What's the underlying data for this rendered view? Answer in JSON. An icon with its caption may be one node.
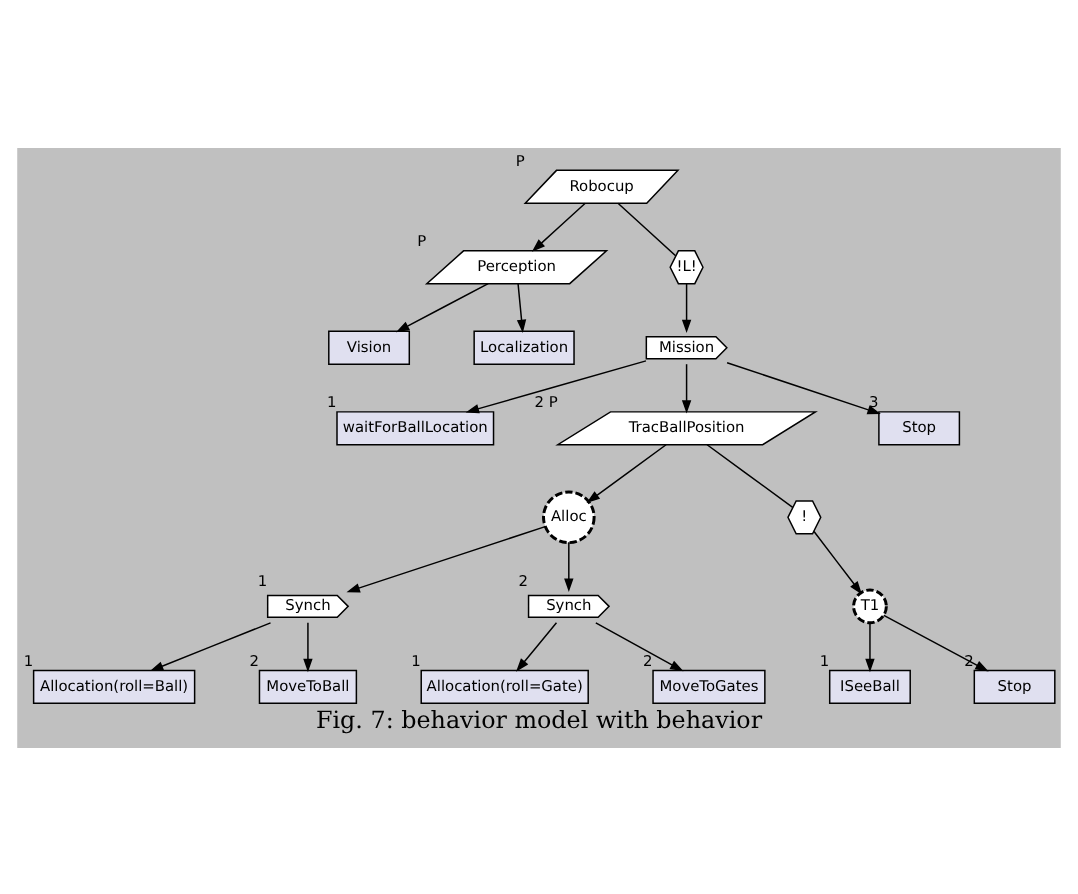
{
  "diagram": {
    "caption": "Fig. 7: behavior model with behavior",
    "nodes": [
      {
        "text": [
          "Robocup"
        ],
        "beside": [
          "P"
        ]
      },
      {
        "text": [
          "Perception"
        ],
        "beside": [
          "P"
        ]
      },
      {
        "text": [
          "!L!"
        ]
      },
      {
        "text": [
          "Vision"
        ]
      },
      {
        "text": [
          "Localization"
        ]
      },
      {
        "text": [
          "Mission"
        ]
      },
      {
        "text": [
          "waitForBallLocation"
        ],
        "beside": [
          "1"
        ]
      },
      {
        "text": [
          "TracBallPosition"
        ],
        "beside": [
          "2",
          "P"
        ]
      },
      {
        "text": [
          "Stop"
        ],
        "beside": [
          "3"
        ]
      },
      {
        "text": [
          "Alloc"
        ]
      },
      {
        "text": [
          "!"
        ]
      },
      {
        "text": [
          "Synch"
        ],
        "beside": [
          "1"
        ]
      },
      {
        "text": [
          "Synch"
        ],
        "beside": [
          "2"
        ]
      },
      {
        "text": [
          "T1"
        ]
      },
      {
        "text": [
          "Allocation(roll=Ball)"
        ],
        "beside": [
          "1"
        ]
      },
      {
        "text": [
          "MoveToBall"
        ],
        "beside": [
          "2"
        ]
      },
      {
        "text": [
          "Allocation(roll=Gate)"
        ],
        "beside": [
          "1"
        ]
      },
      {
        "text": [
          "MoveToGates"
        ],
        "beside": [
          "2"
        ]
      },
      {
        "text": [
          "ISeeBall"
        ],
        "beside": [
          "1"
        ]
      },
      {
        "text": [
          "Stop"
        ],
        "beside": [
          "2"
        ]
      }
    ],
    "edges": [
      {
        "from": 0,
        "to": 1,
        "arrow": "to"
      },
      {
        "from": 0,
        "to": 2,
        "arrow": "none"
      },
      {
        "from": 1,
        "to": 3,
        "arrow": "to"
      },
      {
        "from": 1,
        "to": 4,
        "arrow": "to"
      },
      {
        "from": 2,
        "to": 5,
        "arrow": "to"
      },
      {
        "from": 5,
        "to": 6,
        "arrow": "to"
      },
      {
        "from": 5,
        "to": 7,
        "arrow": "to"
      },
      {
        "from": 5,
        "to": 8,
        "arrow": "to"
      },
      {
        "from": 7,
        "to": 9,
        "arrow": "to"
      },
      {
        "from": 7,
        "to": 10,
        "arrow": "none"
      },
      {
        "from": 9,
        "to": 11,
        "arrow": "to"
      },
      {
        "from": 9,
        "to": 12,
        "arrow": "to"
      },
      {
        "from": 10,
        "to": 13,
        "arrow": "to"
      },
      {
        "from": 11,
        "to": 14,
        "arrow": "to"
      },
      {
        "from": 11,
        "to": 15,
        "arrow": "to"
      },
      {
        "from": 12,
        "to": 16,
        "arrow": "to"
      },
      {
        "from": 12,
        "to": 17,
        "arrow": "to"
      },
      {
        "from": 13,
        "to": 18,
        "arrow": "to"
      },
      {
        "from": 13,
        "to": 19,
        "arrow": "to"
      }
    ]
  }
}
